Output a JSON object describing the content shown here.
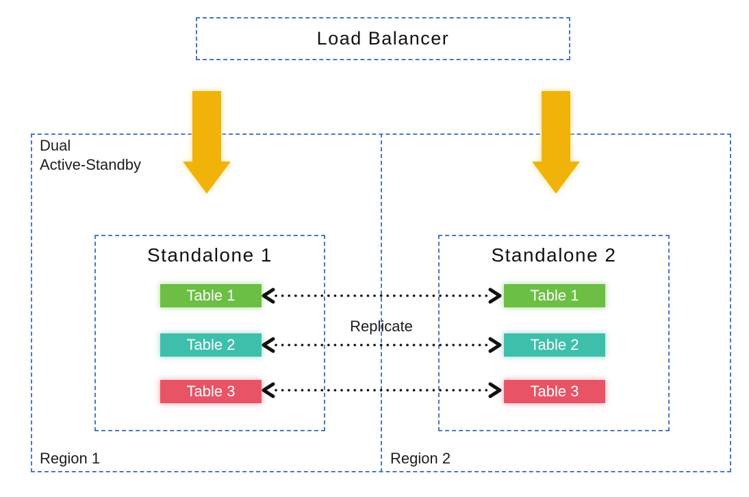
{
  "diagram": {
    "load_balancer": {
      "label": "Load Balancer"
    },
    "cluster_label": {
      "line1": "Dual",
      "line2": "Active-Standby"
    },
    "replicate_label": "Replicate",
    "regions": [
      {
        "label": "Region 1",
        "standalone": {
          "title": "Standalone 1",
          "tables": [
            {
              "label": "Table 1",
              "color": "#6cbe45"
            },
            {
              "label": "Table 2",
              "color": "#3ebfab"
            },
            {
              "label": "Table 3",
              "color": "#e85465"
            }
          ]
        }
      },
      {
        "label": "Region 2",
        "standalone": {
          "title": "Standalone 2",
          "tables": [
            {
              "label": "Table 1",
              "color": "#6cbe45"
            },
            {
              "label": "Table 2",
              "color": "#3ebfab"
            },
            {
              "label": "Table 3",
              "color": "#e85465"
            }
          ]
        }
      }
    ],
    "colors": {
      "dashed_border": "#4777c8",
      "flow_arrow": "#f1b30a",
      "flow_arrow_glow": "#ffe296",
      "replication_arrow": "#111111",
      "table_text": "#ffffff",
      "text": "#1c1c1c"
    }
  }
}
